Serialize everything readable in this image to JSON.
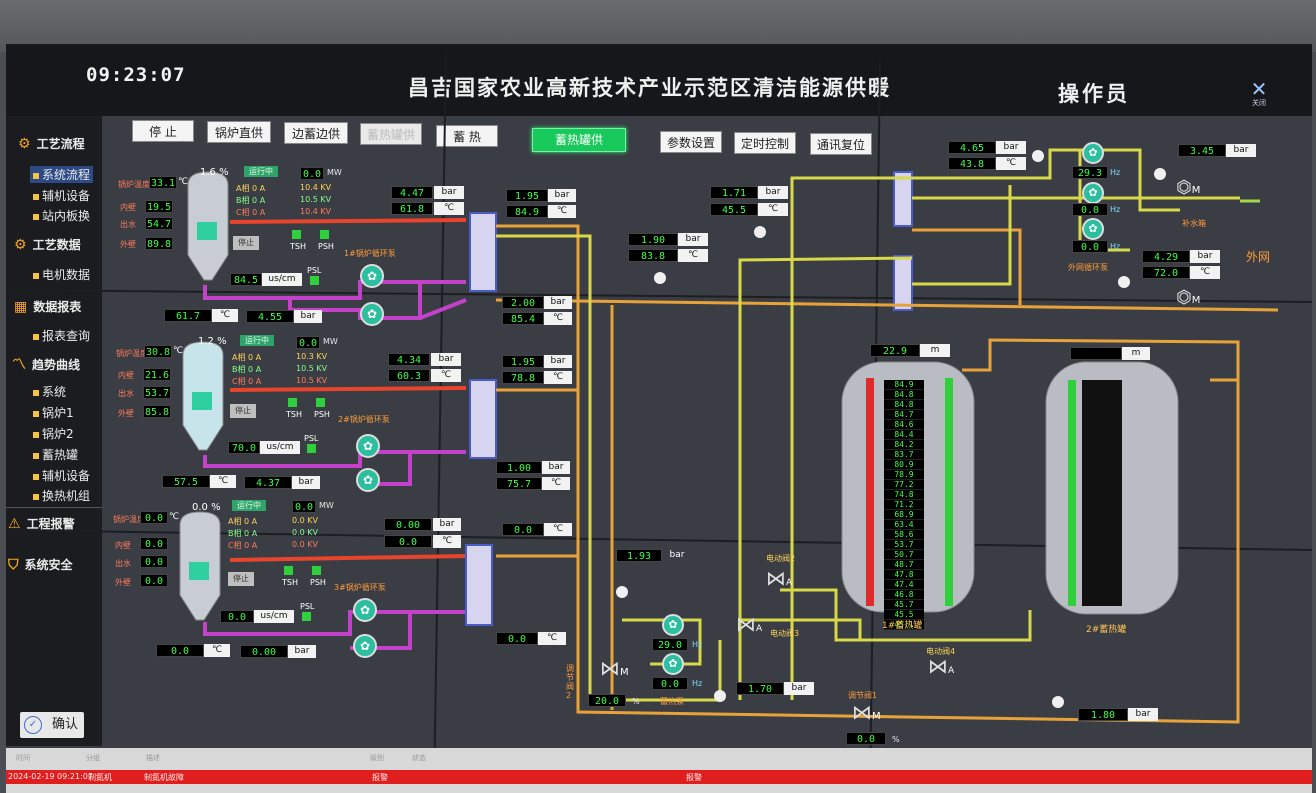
{
  "header": {
    "clock": "09:23:07",
    "title": "昌吉国家农业高新技术产业示范区清洁能源供暖",
    "operator": "操作员",
    "close_label": "关闭"
  },
  "sidebar": {
    "process": "工艺流程",
    "process_items": [
      "系统流程",
      "辅机设备",
      "站内板换"
    ],
    "process_data": "工艺数据",
    "process_data_items": [
      "电机数据"
    ],
    "report": "数据报表",
    "report_items": [
      "报表查询"
    ],
    "trend": "趋势曲线",
    "trend_items": [
      "系统",
      "锅炉1",
      "锅炉2",
      "蓄热罐",
      "辅机设备",
      "换热机组"
    ],
    "alarm": "工程报警",
    "safety": "系统安全",
    "confirm": "确认"
  },
  "toolbar": {
    "stop": "停 止",
    "boiler_direct": "锅炉直供",
    "storage_side": "边蓄边供",
    "storage_heat": "蓄热罐供",
    "storage": "蓄 热",
    "storage_heat_active": "蓄热罐供",
    "params": "参数设置",
    "timer": "定时控制",
    "comm_reset": "通讯复位"
  },
  "units": {
    "bar": "bar",
    "c": "℃",
    "mw": "MW",
    "kv": "KV",
    "a": "A",
    "uscm": "us/cm",
    "hz": "Hz",
    "m": "m",
    "pct": "%",
    "pct_sign": "%"
  },
  "boiler_labels": {
    "in": "锅炉温度",
    "inner": "内壁",
    "outer": "出水",
    "ret": "外壁",
    "a": "A相",
    "b": "B相",
    "c": "C相",
    "tsh": "TSH",
    "psh": "PSH",
    "psl": "PSL",
    "stop": "停止"
  },
  "boilers": [
    {
      "pct": "1.6",
      "status": "运行中",
      "t1": "33.1",
      "t2": "19.5",
      "t3": "54.7",
      "t4": "89.8",
      "mw": "0.0",
      "a": "0",
      "b": "0",
      "c": "0",
      "kv1": "10.4",
      "kv2": "10.5",
      "kv3": "10.4",
      "cond": "84.5",
      "pump": "1#锅炉循环泵",
      "out_bar": "4.47",
      "out_c": "61.8",
      "ret_c": "61.7",
      "ret_bar": "4.55",
      "hx_bar": "1.95",
      "hx_c": "84.9",
      "hx2_bar": "2.00",
      "hx2_c": "85.4"
    },
    {
      "pct": "1.2",
      "status": "运行中",
      "t1": "30.8",
      "t2": "21.6",
      "t3": "53.7",
      "t4": "85.8",
      "mw": "0.0",
      "a": "0",
      "b": "0",
      "c": "0",
      "kv1": "10.3",
      "kv2": "10.5",
      "kv3": "10.5",
      "cond": "70.0",
      "pump": "2#锅炉循环泵",
      "out_bar": "4.34",
      "out_c": "60.3",
      "ret_c": "57.5",
      "ret_bar": "4.37",
      "hx_bar": "1.95",
      "hx_c": "78.8",
      "hx2_bar": "1.00",
      "hx2_c": "75.7"
    },
    {
      "pct": "0.0",
      "status": "运行中",
      "t1": "0.0",
      "t2": "0.0",
      "t3": "0.0",
      "t4": "0.0",
      "mw": "0.0",
      "a": "0",
      "b": "0",
      "c": "0",
      "kv1": "0.0",
      "kv2": "0.0",
      "kv3": "0.0",
      "cond": "0.0",
      "pump": "3#锅炉循环泵",
      "out_bar": "0.00",
      "out_c": "0.0",
      "ret_c": "0.0",
      "ret_bar": "0.00",
      "hx_bar": "0.0",
      "hx_c": "0.0"
    }
  ],
  "network": {
    "p1_bar": "1.71",
    "p1_c": "45.5",
    "p2_bar": "1.90",
    "p2_c": "83.8",
    "top_bar": "4.65",
    "top_c": "43.8",
    "far_bar": "3.45",
    "out_bar": "4.29",
    "out_c": "72.0",
    "hz1": "29.3",
    "hz2": "0.0",
    "hz3": "0.0",
    "outer_pump": "外网循环泵",
    "makeup": "补水箱",
    "outer_net": "外网"
  },
  "tanks": {
    "t1_level": "22.9",
    "t1_name": "1#蓄热罐",
    "t2_level": "",
    "t2_name": "2#蓄热罐",
    "t1_temps": [
      "84.9",
      "84.8",
      "84.8",
      "84.7",
      "84.6",
      "84.4",
      "84.2",
      "83.7",
      "80.9",
      "78.9",
      "77.2",
      "74.8",
      "71.2",
      "68.9",
      "63.4",
      "58.6",
      "53.7",
      "50.7",
      "48.7",
      "47.8",
      "47.4",
      "46.8",
      "45.7",
      "45.5",
      "45.1"
    ]
  },
  "valves": {
    "ev2": "电动阀2",
    "ev3": "电动阀3",
    "ev4": "电动阀4",
    "rv1": "调节阀1",
    "rv2": "调节阀2",
    "bar_a": "1.93",
    "bar_b": "1.70",
    "bar_c": "1.80",
    "hz_a": "29.0",
    "hz_b": "0.0",
    "rv2_pct": "20.0",
    "rv1_pct": "0.0",
    "storage_pump": "蓄热泵"
  },
  "alarm_bar": {
    "headers": [
      "时间",
      "分组",
      "描述",
      "级别",
      "状态"
    ],
    "row": {
      "time": "2024-02-19 09:21:07",
      "group": "制氮机",
      "desc": "制氮机故障",
      "level": "报警",
      "status": "报警"
    }
  },
  "colors": {
    "pipe_hot": "#e8452c",
    "pipe_purple": "#c442c9",
    "pipe_yellow": "#d8d94a",
    "pipe_orange": "#e8a23a",
    "value_green": "#3cff46",
    "active_green": "#17c85a"
  }
}
